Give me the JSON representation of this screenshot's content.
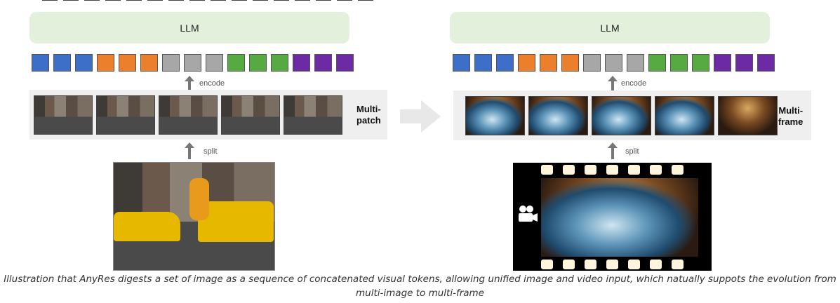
{
  "left": {
    "llm_label": "LLM",
    "tokens": [
      "#3d6fc9",
      "#3d6fc9",
      "#3d6fc9",
      "#ec7f2b",
      "#ec7f2b",
      "#ec7f2b",
      "#a7a7a7",
      "#a7a7a7",
      "#a7a7a7",
      "#57a942",
      "#57a942",
      "#57a942",
      "#6c2aa5",
      "#6c2aa5",
      "#6c2aa5"
    ],
    "encode_label": "encode",
    "split_label": "split",
    "group_label_line1": "Multi-",
    "group_label_line2": "patch"
  },
  "right": {
    "llm_label": "LLM",
    "tokens": [
      "#3d6fc9",
      "#3d6fc9",
      "#3d6fc9",
      "#ec7f2b",
      "#ec7f2b",
      "#ec7f2b",
      "#a7a7a7",
      "#a7a7a7",
      "#a7a7a7",
      "#57a942",
      "#57a942",
      "#57a942",
      "#6c2aa5",
      "#6c2aa5",
      "#6c2aa5"
    ],
    "encode_label": "encode",
    "split_label": "split",
    "group_label_line1": "Multi-",
    "group_label_line2": "frame"
  },
  "caption_line1": "Illustration that AnyRes digests a set of image as a sequence of concatenated visual tokens, allowing unified image and video input, which natually suppots the evolution from",
  "caption_line2": "multi-image to multi-frame",
  "icons": {
    "video": "video-camera-icon",
    "transition": "right-arrow-icon"
  }
}
